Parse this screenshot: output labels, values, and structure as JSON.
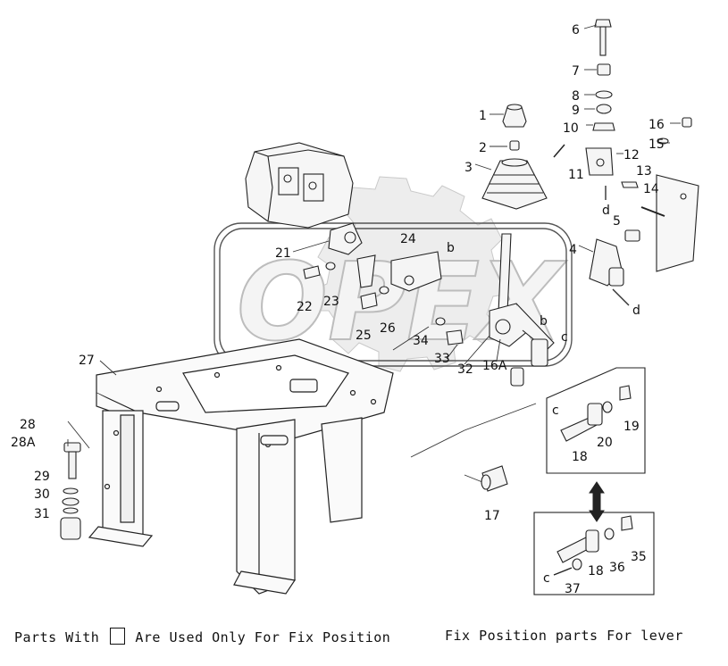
{
  "captions": {
    "legend_prefix": "Parts With",
    "legend_suffix": "Are Used Only For Fix Position",
    "fix_position": "Fix Position parts For lever"
  },
  "watermark": "OPEX",
  "labels": {
    "p1": "1",
    "p2": "2",
    "p3": "3",
    "p4": "4",
    "p5": "5",
    "p6": "6",
    "p7": "7",
    "p8": "8",
    "p9": "9",
    "p10": "10",
    "p11": "11",
    "p12": "12",
    "p13": "13",
    "p14": "14",
    "p15": "15",
    "p16": "16",
    "p16a": "16A",
    "p17": "17",
    "p18a": "18",
    "p18b": "18",
    "p19": "19",
    "p20": "20",
    "p21": "21",
    "p22": "22",
    "p23": "23",
    "p24": "24",
    "p25": "25",
    "p26": "26",
    "p27": "27",
    "p28": "28",
    "p28a": "28A",
    "p29": "29",
    "p30": "30",
    "p31": "31",
    "p32": "32",
    "p33": "33",
    "p34": "34",
    "p35": "35",
    "p36": "36",
    "p37": "37",
    "d1": "d",
    "d2": "d",
    "c1": "c",
    "c2": "c",
    "c3": "c",
    "b1": "b",
    "b2": "b"
  }
}
